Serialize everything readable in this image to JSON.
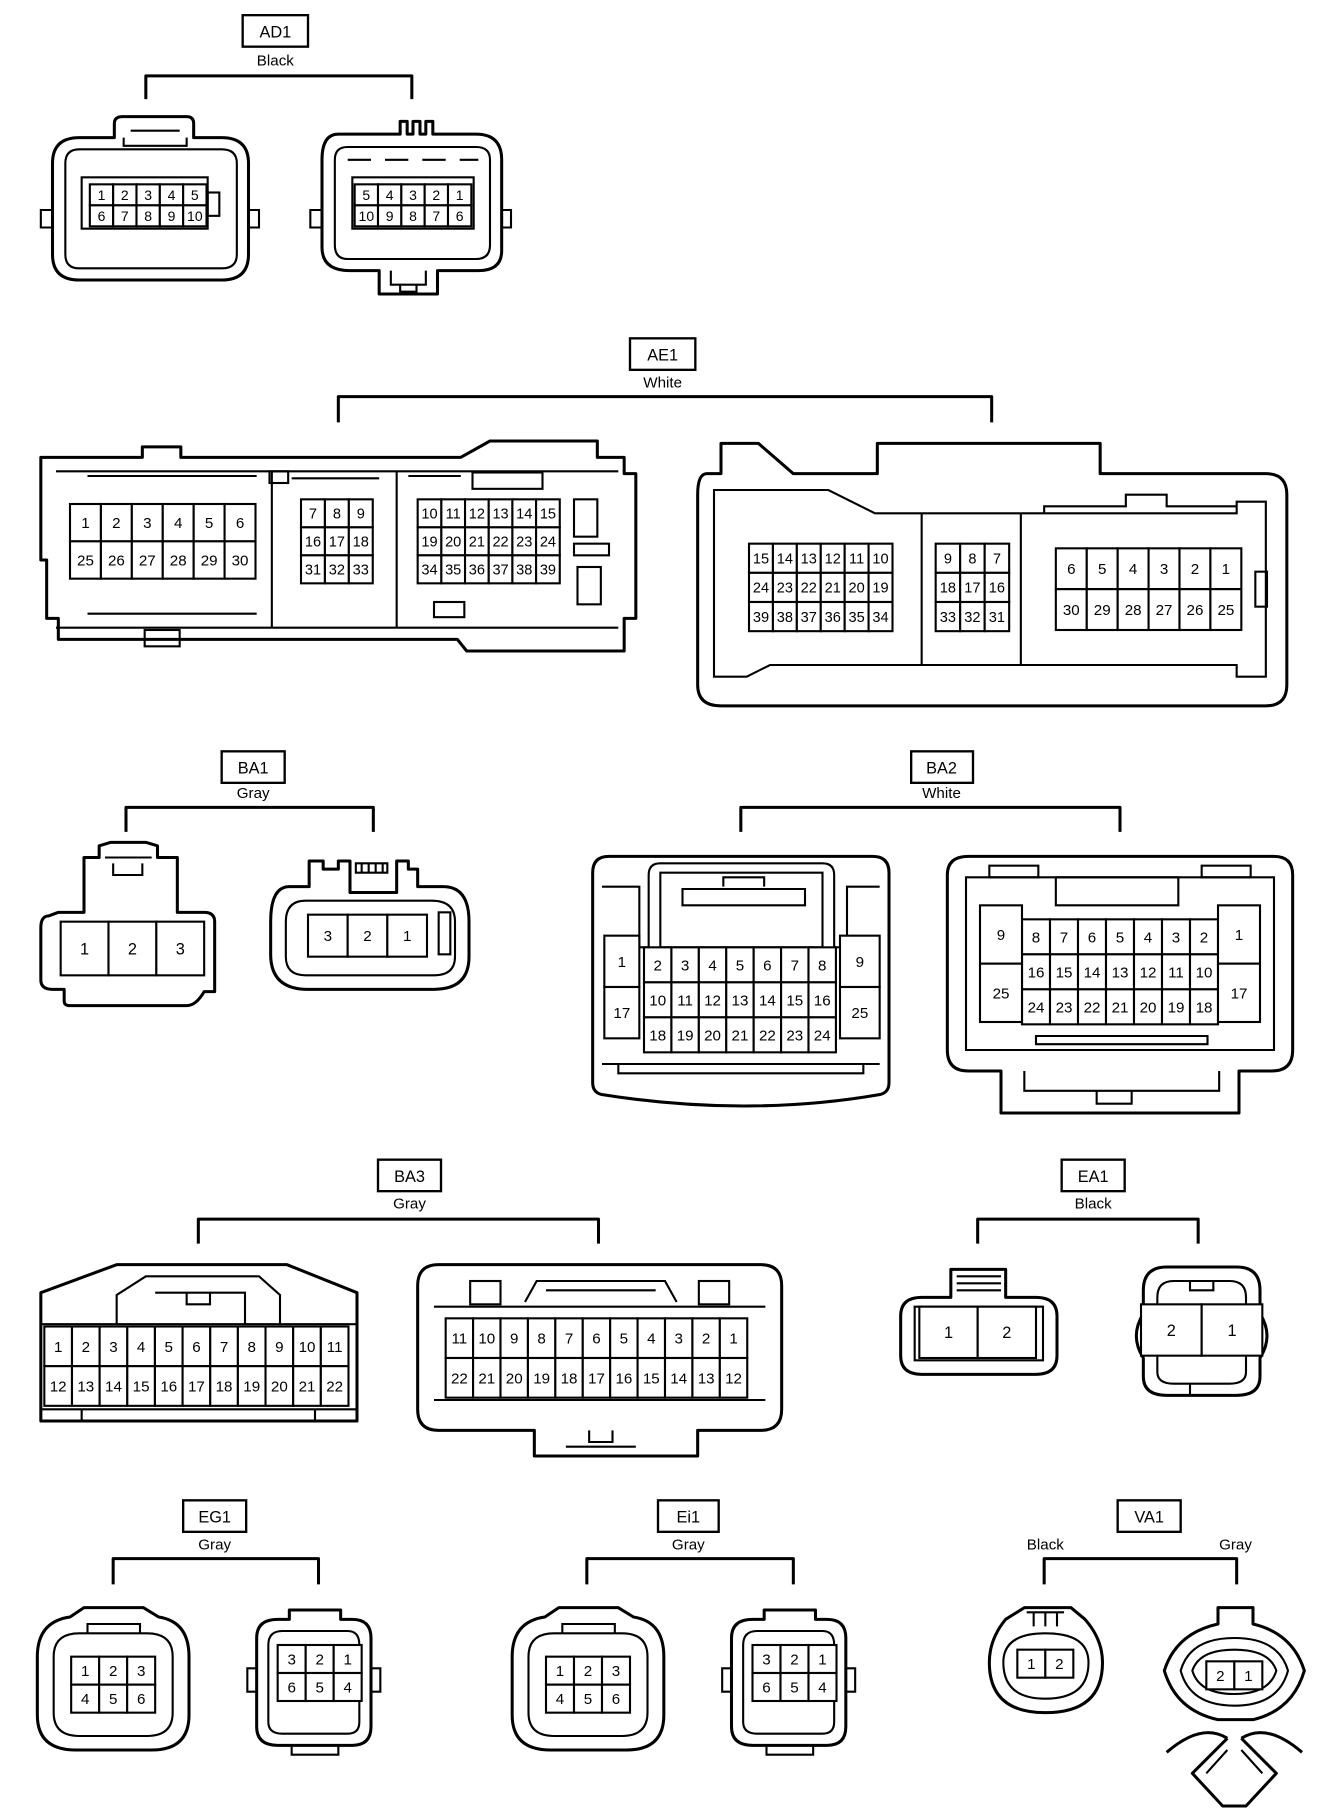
{
  "connectors": [
    {
      "id": "AD1",
      "colors": [
        "Black"
      ],
      "views": [
        {
          "rows": [
            [
              "1",
              "2",
              "3",
              "4",
              "5"
            ],
            [
              "6",
              "7",
              "8",
              "9",
              "10"
            ]
          ]
        },
        {
          "rows": [
            [
              "5",
              "4",
              "3",
              "2",
              "1"
            ],
            [
              "10",
              "9",
              "8",
              "7",
              "6"
            ]
          ]
        }
      ]
    },
    {
      "id": "AE1",
      "colors": [
        "White"
      ],
      "views": [
        {
          "blocks": [
            {
              "rows": [
                [
                  "1",
                  "2",
                  "3",
                  "4",
                  "5",
                  "6"
                ],
                [
                  "25",
                  "26",
                  "27",
                  "28",
                  "29",
                  "30"
                ]
              ]
            },
            {
              "rows": [
                [
                  "7",
                  "8",
                  "9"
                ],
                [
                  "16",
                  "17",
                  "18"
                ],
                [
                  "31",
                  "32",
                  "33"
                ]
              ]
            },
            {
              "rows": [
                [
                  "10",
                  "11",
                  "12",
                  "13",
                  "14",
                  "15"
                ],
                [
                  "19",
                  "20",
                  "21",
                  "22",
                  "23",
                  "24"
                ],
                [
                  "34",
                  "35",
                  "36",
                  "37",
                  "38",
                  "39"
                ]
              ]
            }
          ]
        },
        {
          "blocks": [
            {
              "rows": [
                [
                  "15",
                  "14",
                  "13",
                  "12",
                  "11",
                  "10"
                ],
                [
                  "24",
                  "23",
                  "22",
                  "21",
                  "20",
                  "19"
                ],
                [
                  "39",
                  "38",
                  "37",
                  "36",
                  "35",
                  "34"
                ]
              ]
            },
            {
              "rows": [
                [
                  "9",
                  "8",
                  "7"
                ],
                [
                  "18",
                  "17",
                  "16"
                ],
                [
                  "33",
                  "32",
                  "31"
                ]
              ]
            },
            {
              "rows": [
                [
                  "6",
                  "5",
                  "4",
                  "3",
                  "2",
                  "1"
                ],
                [
                  "30",
                  "29",
                  "28",
                  "27",
                  "26",
                  "25"
                ]
              ]
            }
          ]
        }
      ]
    },
    {
      "id": "BA1",
      "colors": [
        "Gray"
      ],
      "views": [
        {
          "rows": [
            [
              "1",
              "2",
              "3"
            ]
          ]
        },
        {
          "rows": [
            [
              "3",
              "2",
              "1"
            ]
          ]
        }
      ]
    },
    {
      "id": "BA2",
      "colors": [
        "White"
      ],
      "views": [
        {
          "left": [
            "1",
            "17"
          ],
          "right": [
            "9",
            "25"
          ],
          "rows": [
            [
              "2",
              "3",
              "4",
              "5",
              "6",
              "7",
              "8"
            ],
            [
              "10",
              "11",
              "12",
              "13",
              "14",
              "15",
              "16"
            ],
            [
              "18",
              "19",
              "20",
              "21",
              "22",
              "23",
              "24"
            ]
          ]
        },
        {
          "left": [
            "9",
            "25"
          ],
          "right": [
            "1",
            "17"
          ],
          "rows": [
            [
              "8",
              "7",
              "6",
              "5",
              "4",
              "3",
              "2"
            ],
            [
              "16",
              "15",
              "14",
              "13",
              "12",
              "11",
              "10"
            ],
            [
              "24",
              "23",
              "22",
              "21",
              "20",
              "19",
              "18"
            ]
          ]
        }
      ]
    },
    {
      "id": "BA3",
      "colors": [
        "Gray"
      ],
      "views": [
        {
          "rows": [
            [
              "1",
              "2",
              "3",
              "4",
              "5",
              "6",
              "7",
              "8",
              "9",
              "10",
              "11"
            ],
            [
              "12",
              "13",
              "14",
              "15",
              "16",
              "17",
              "18",
              "19",
              "20",
              "21",
              "22"
            ]
          ]
        },
        {
          "rows": [
            [
              "11",
              "10",
              "9",
              "8",
              "7",
              "6",
              "5",
              "4",
              "3",
              "2",
              "1"
            ],
            [
              "22",
              "21",
              "20",
              "19",
              "18",
              "17",
              "16",
              "15",
              "14",
              "13",
              "12"
            ]
          ]
        }
      ]
    },
    {
      "id": "EA1",
      "colors": [
        "Black"
      ],
      "views": [
        {
          "rows": [
            [
              "1",
              "2"
            ]
          ]
        },
        {
          "rows": [
            [
              "2",
              "1"
            ]
          ]
        }
      ]
    },
    {
      "id": "EG1",
      "colors": [
        "Gray"
      ],
      "views": [
        {
          "rows": [
            [
              "1",
              "2",
              "3"
            ],
            [
              "4",
              "5",
              "6"
            ]
          ]
        },
        {
          "rows": [
            [
              "3",
              "2",
              "1"
            ],
            [
              "6",
              "5",
              "4"
            ]
          ]
        }
      ]
    },
    {
      "id": "Ei1",
      "colors": [
        "Gray"
      ],
      "views": [
        {
          "rows": [
            [
              "1",
              "2",
              "3"
            ],
            [
              "4",
              "5",
              "6"
            ]
          ]
        },
        {
          "rows": [
            [
              "3",
              "2",
              "1"
            ],
            [
              "6",
              "5",
              "4"
            ]
          ]
        }
      ]
    },
    {
      "id": "VA1",
      "colors": [
        "Black",
        "Gray"
      ],
      "views": [
        {
          "rows": [
            [
              "1",
              "2"
            ]
          ]
        },
        {
          "rows": [
            [
              "2",
              "1"
            ]
          ]
        }
      ]
    }
  ]
}
